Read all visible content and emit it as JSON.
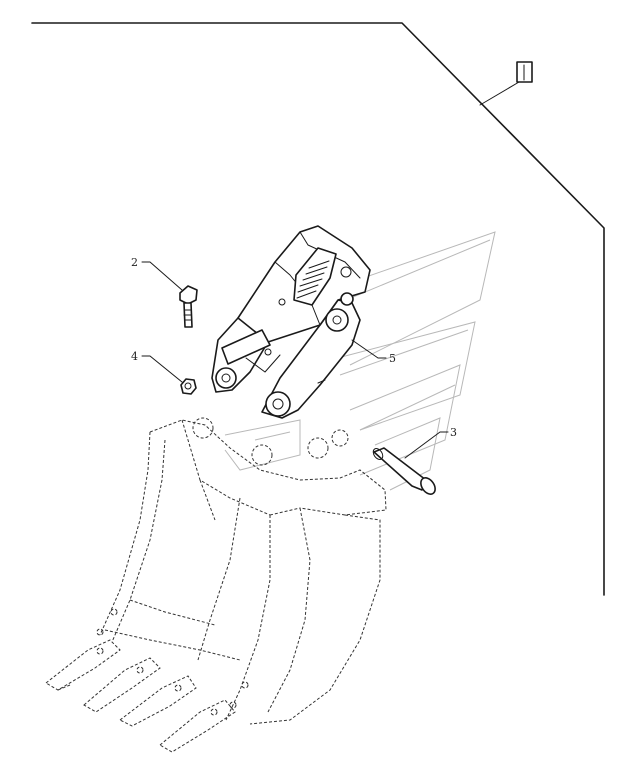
{
  "callouts": [
    {
      "id": "2",
      "text": "2"
    },
    {
      "id": "4",
      "text": "4"
    },
    {
      "id": "5",
      "text": "5"
    },
    {
      "id": "3",
      "text": "3"
    }
  ],
  "assembly_marker": ""
}
